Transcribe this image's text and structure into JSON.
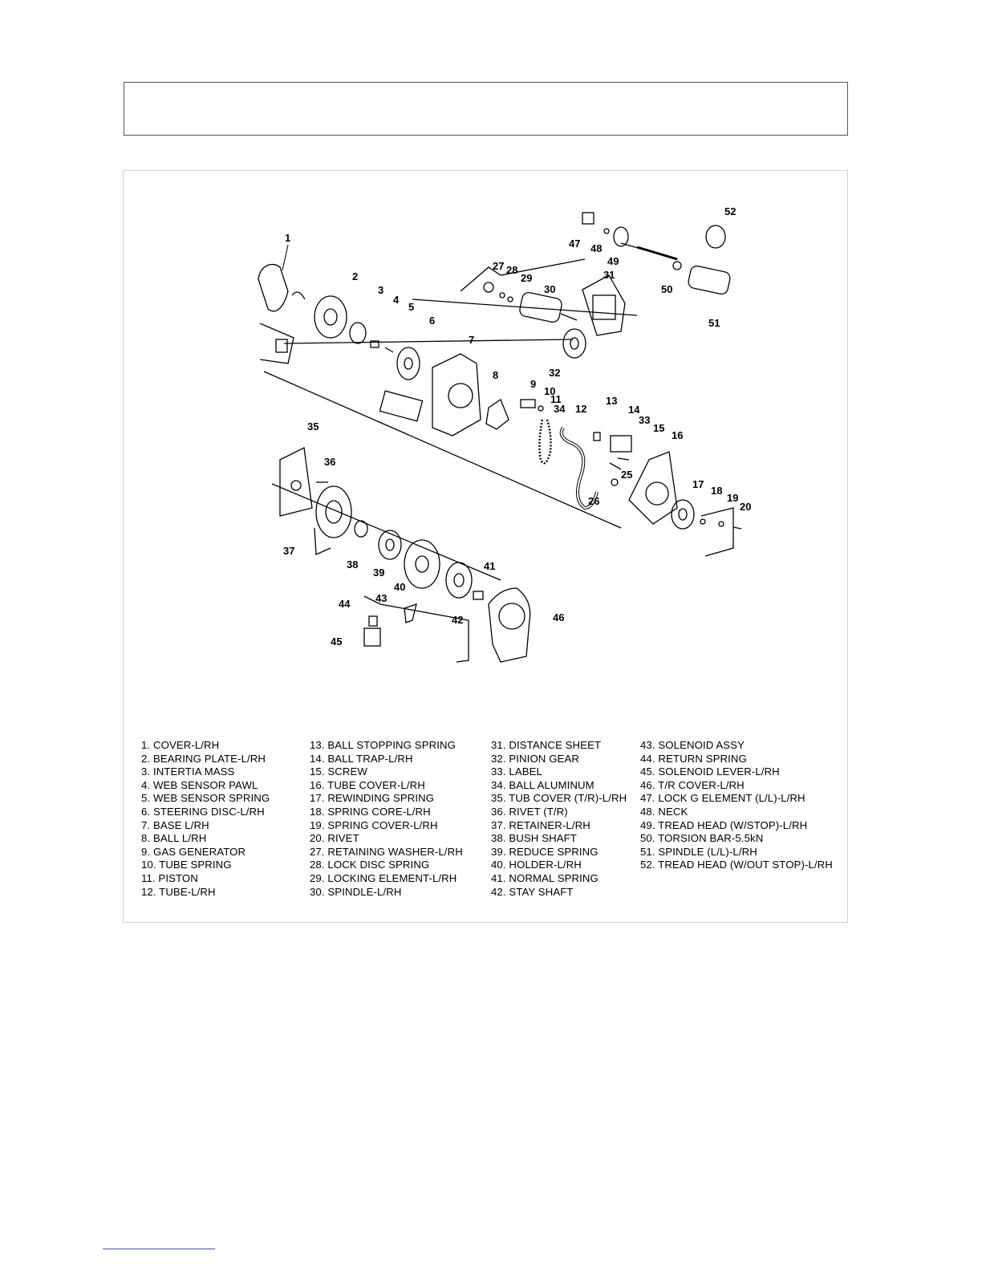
{
  "callouts": [
    "1",
    "2",
    "3",
    "4",
    "5",
    "6",
    "7",
    "8",
    "9",
    "10",
    "11",
    "34",
    "12",
    "13",
    "14",
    "33",
    "15",
    "16",
    "17",
    "18",
    "19",
    "20",
    "25",
    "26",
    "27",
    "28",
    "29",
    "30",
    "31",
    "32",
    "35",
    "36",
    "37",
    "38",
    "39",
    "40",
    "41",
    "42",
    "43",
    "44",
    "45",
    "46",
    "47",
    "48",
    "49",
    "50",
    "51",
    "52"
  ],
  "legend": {
    "col1": [
      "1. COVER-L/RH",
      "2. BEARING PLATE-L/RH",
      "3. INTERTIA MASS",
      "4. WEB SENSOR PAWL",
      "5. WEB SENSOR SPRING",
      "6. STEERING DISC-L/RH",
      "7. BASE L/RH",
      "8. BALL L/RH",
      "9. GAS GENERATOR",
      "10. TUBE SPRING",
      "11. PISTON",
      "12. TUBE-L/RH"
    ],
    "col2": [
      "13. BALL STOPPING SPRING",
      "14. BALL TRAP-L/RH",
      "15. SCREW",
      "16. TUBE COVER-L/RH",
      "17. REWINDING SPRING",
      "18. SPRING CORE-L/RH",
      "19. SPRING COVER-L/RH",
      "20. RIVET",
      "27. RETAINING WASHER-L/RH",
      "28. LOCK DISC SPRING",
      "29. LOCKING ELEMENT-L/RH",
      "30. SPINDLE-L/RH"
    ],
    "col3": [
      "31. DISTANCE SHEET",
      "32. PINION GEAR",
      "33. LABEL",
      "34. BALL ALUMINUM",
      "35. TUB COVER (T/R)-L/RH",
      "36. RIVET (T/R)",
      "37. RETAINER-L/RH",
      "38. BUSH SHAFT",
      "39. REDUCE SPRING",
      "40. HOLDER-L/RH",
      "41. NORMAL SPRING",
      "42. STAY SHAFT"
    ],
    "col4": [
      "43. SOLENOID ASSY",
      "44. RETURN SPRING",
      "45. SOLENOID LEVER-L/RH",
      "46. T/R COVER-L/RH",
      "47. LOCK G ELEMENT (L/L)-L/RH",
      "48. NECK",
      "49. TREAD HEAD (W/STOP)-L/RH",
      "50. TORSION BAR-5.5kN",
      "51. SPINDLE (L/L)-L/RH",
      "52. TREAD HEAD (W/OUT STOP)-L/RH"
    ]
  }
}
